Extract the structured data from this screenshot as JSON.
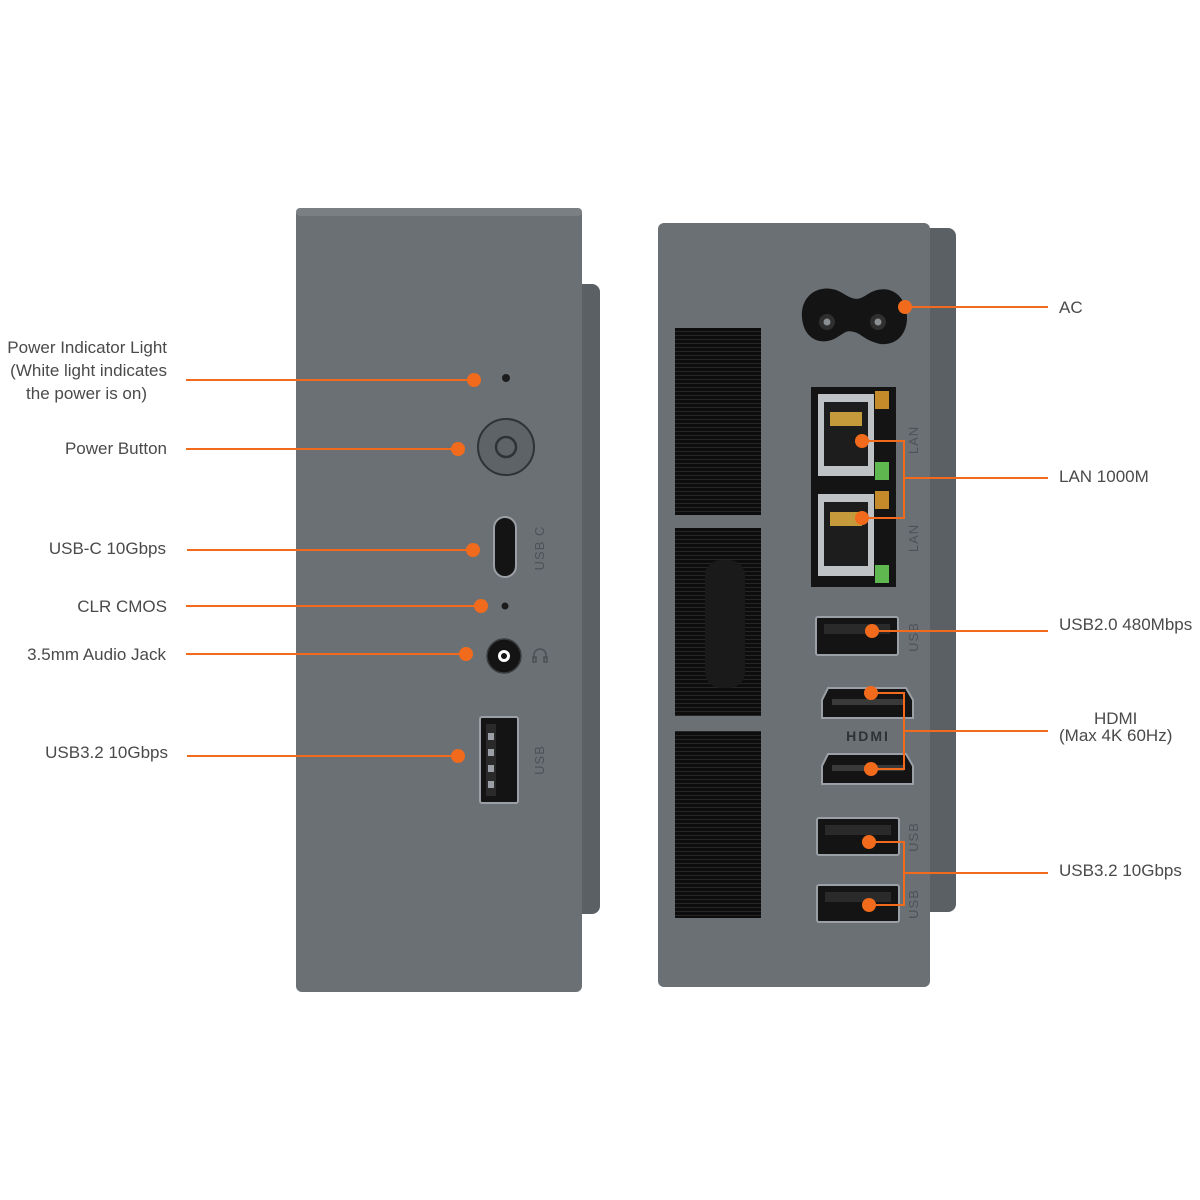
{
  "colors": {
    "background": "#ffffff",
    "body": "#6b7075",
    "body_dark": "#5b6065",
    "accent": "#f26a1b",
    "port_black": "#141414"
  },
  "front": {
    "callouts": [
      {
        "id": "power-indicator",
        "lines": [
          "Power Indicator Light",
          "(White light indicates",
          "the power is on)"
        ]
      },
      {
        "id": "power-button",
        "lines": [
          "Power Button"
        ]
      },
      {
        "id": "usb-c",
        "lines": [
          "USB-C 10Gbps"
        ]
      },
      {
        "id": "clr-cmos",
        "lines": [
          "CLR CMOS"
        ]
      },
      {
        "id": "audio-jack",
        "lines": [
          "3.5mm Audio Jack"
        ]
      },
      {
        "id": "usb32-front",
        "lines": [
          "USB3.2 10Gbps"
        ]
      }
    ],
    "port_labels": {
      "usbc": "USB C",
      "usb": "USB",
      "audio_icon": "headphone-icon"
    }
  },
  "rear": {
    "callouts": [
      {
        "id": "ac",
        "lines": [
          "AC"
        ]
      },
      {
        "id": "lan",
        "lines": [
          "LAN 1000M"
        ]
      },
      {
        "id": "usb20",
        "lines": [
          "USB2.0 480Mbps"
        ]
      },
      {
        "id": "hdmi",
        "lines": [
          "HDMI",
          "(Max 4K 60Hz)"
        ]
      },
      {
        "id": "usb32-rear",
        "lines": [
          "USB3.2 10Gbps"
        ]
      }
    ],
    "port_labels": {
      "lan": "LAN",
      "usb": "USB",
      "hdmi": "HDMI"
    }
  }
}
